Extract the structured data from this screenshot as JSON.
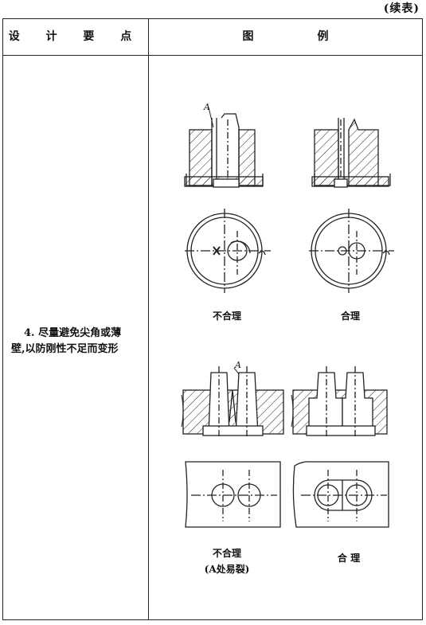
{
  "caption": "(续表)",
  "table": {
    "header": {
      "col1": "设 计 要 点",
      "col2a": "图",
      "col2b": "例"
    },
    "row": {
      "point_line1": "4. 尽量避免尖角或薄",
      "point_line2": "壁,以防刚性不足而变形"
    },
    "figures": {
      "label_bad_top": "不合理",
      "label_good_top": "合理",
      "label_bad_bottom": "不合理",
      "label_bad_bottom_note": "(A处易裂)",
      "label_good_bottom": "合 理",
      "marker_a": "A"
    }
  }
}
